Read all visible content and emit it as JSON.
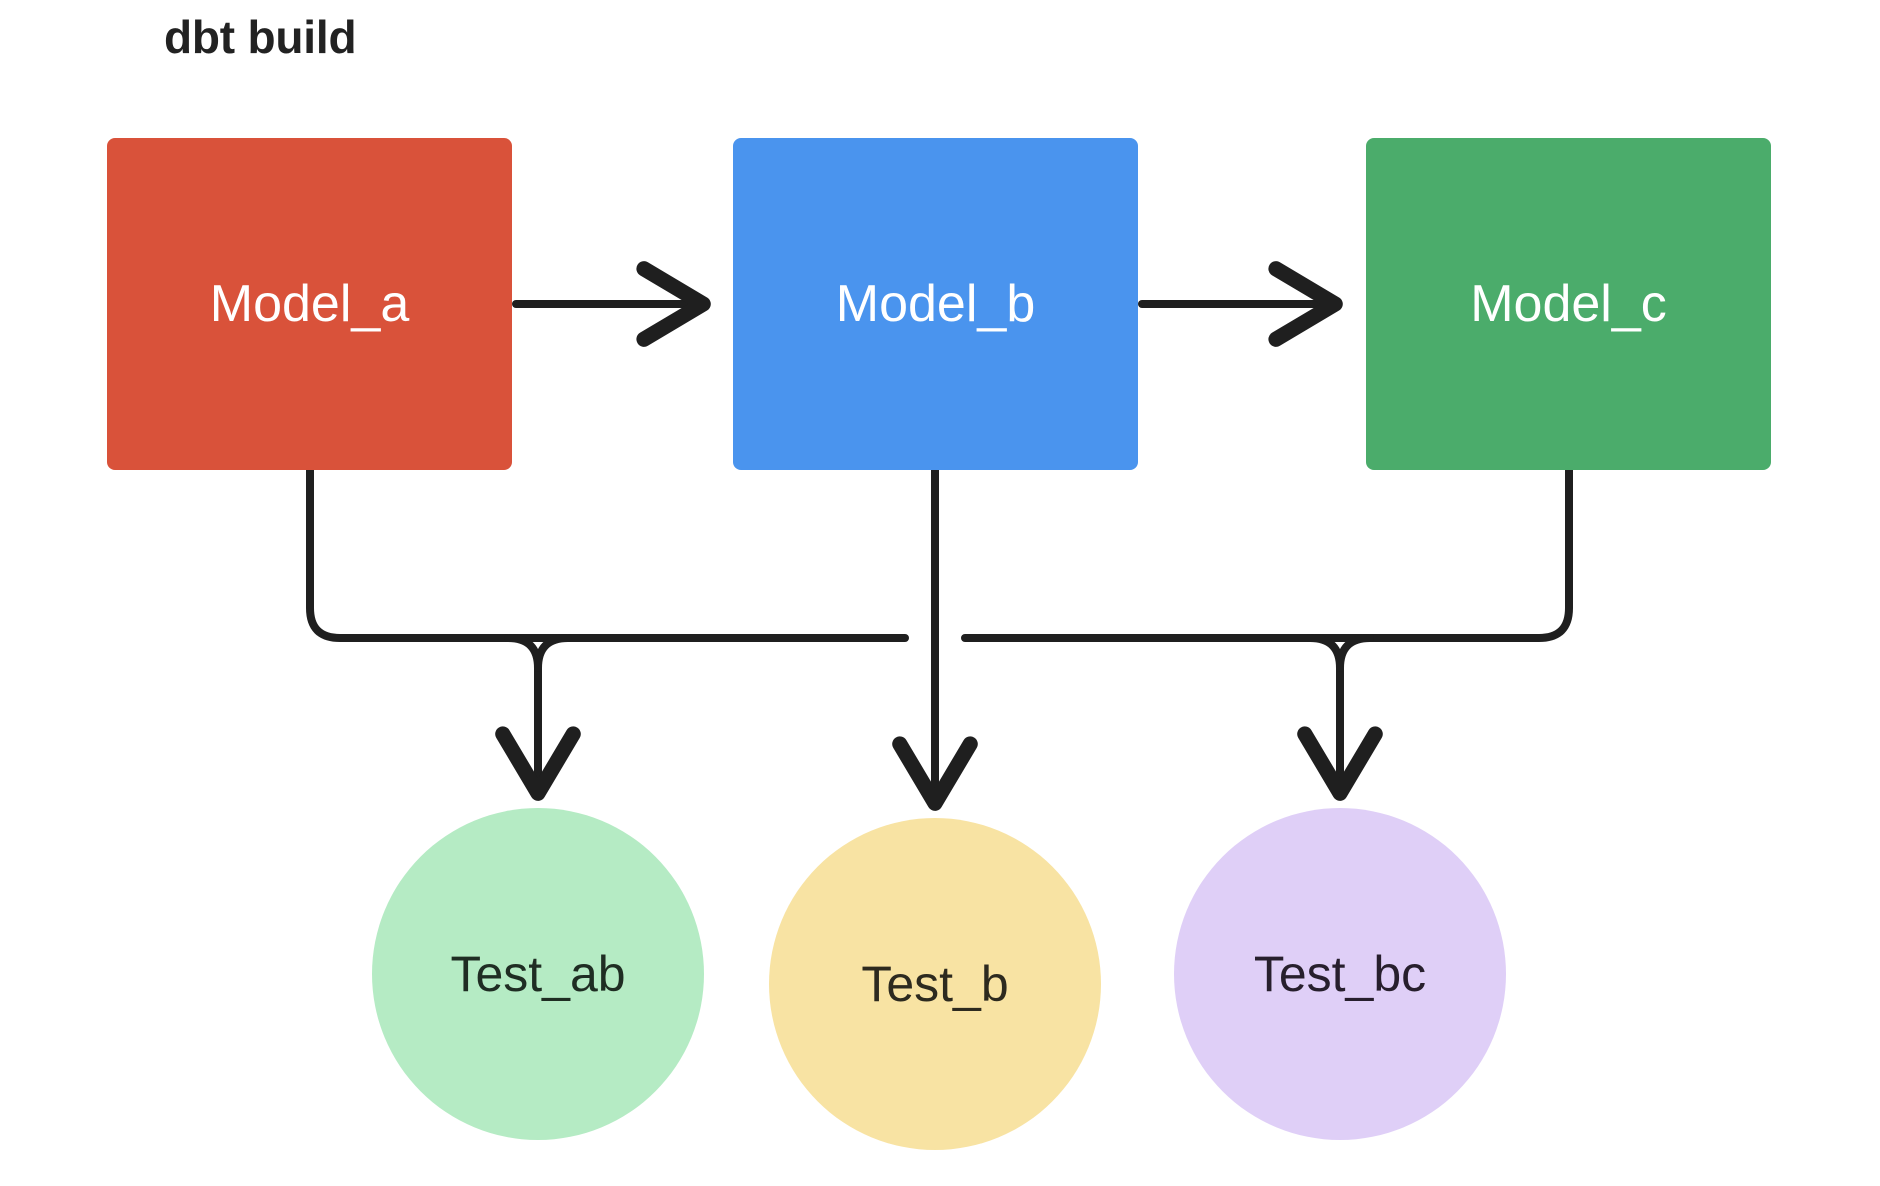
{
  "diagram": {
    "title": "dbt build",
    "type": "flowchart",
    "background_color": "#ffffff",
    "edge_color": "#1f1f1f",
    "nodes": [
      {
        "id": "model_a",
        "label": "Model_a",
        "shape": "rounded-rect",
        "color": "#d9523a",
        "text_color": "#ffffff"
      },
      {
        "id": "model_b",
        "label": "Model_b",
        "shape": "rounded-rect",
        "color": "#4a94ee",
        "text_color": "#ffffff"
      },
      {
        "id": "model_c",
        "label": "Model_c",
        "shape": "rounded-rect",
        "color": "#4bac6b",
        "text_color": "#ffffff"
      },
      {
        "id": "test_ab",
        "label": "Test_ab",
        "shape": "circle",
        "color": "#b5ebc4",
        "text_color": "#1f2d23"
      },
      {
        "id": "test_b",
        "label": "Test_b",
        "shape": "circle",
        "color": "#f8e3a3",
        "text_color": "#2d2a1f"
      },
      {
        "id": "test_bc",
        "label": "Test_bc",
        "shape": "circle",
        "color": "#dfcff7",
        "text_color": "#271f2d"
      }
    ],
    "edges": [
      {
        "from": "model_a",
        "to": "model_b",
        "style": "straight-arrow"
      },
      {
        "from": "model_b",
        "to": "model_c",
        "style": "straight-arrow"
      },
      {
        "from": "model_a",
        "to": "test_ab",
        "style": "elbow-arrow"
      },
      {
        "from": "model_b",
        "to": "test_ab",
        "style": "elbow-arrow"
      },
      {
        "from": "model_b",
        "to": "test_b",
        "style": "straight-arrow"
      },
      {
        "from": "model_b",
        "to": "test_bc",
        "style": "elbow-arrow"
      },
      {
        "from": "model_c",
        "to": "test_bc",
        "style": "elbow-arrow"
      }
    ]
  }
}
